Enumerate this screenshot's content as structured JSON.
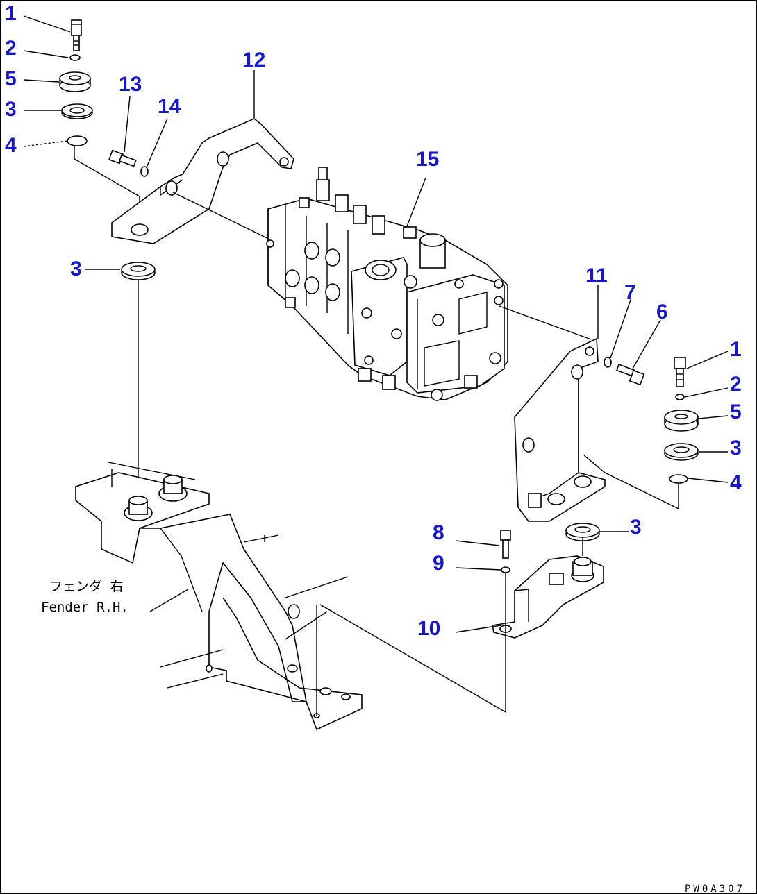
{
  "figure_code": "PW0A307",
  "fender_label_jp": "フェンダ 右",
  "fender_label_en": "Fender R.H.",
  "callouts": {
    "c1a": "1",
    "c2a": "2",
    "c5a": "5",
    "c3a": "3",
    "c4a": "4",
    "c13": "13",
    "c14": "14",
    "c12": "12",
    "c15": "15",
    "c3b": "3",
    "c11": "11",
    "c7": "7",
    "c6": "6",
    "c1b": "1",
    "c2b": "2",
    "c5b": "5",
    "c3c": "3",
    "c4b": "4",
    "c8": "8",
    "c3d": "3",
    "c9": "9",
    "c10": "10"
  },
  "colors": {
    "callout": "#1515d4",
    "line": "#000000",
    "background": "#ffffff"
  }
}
